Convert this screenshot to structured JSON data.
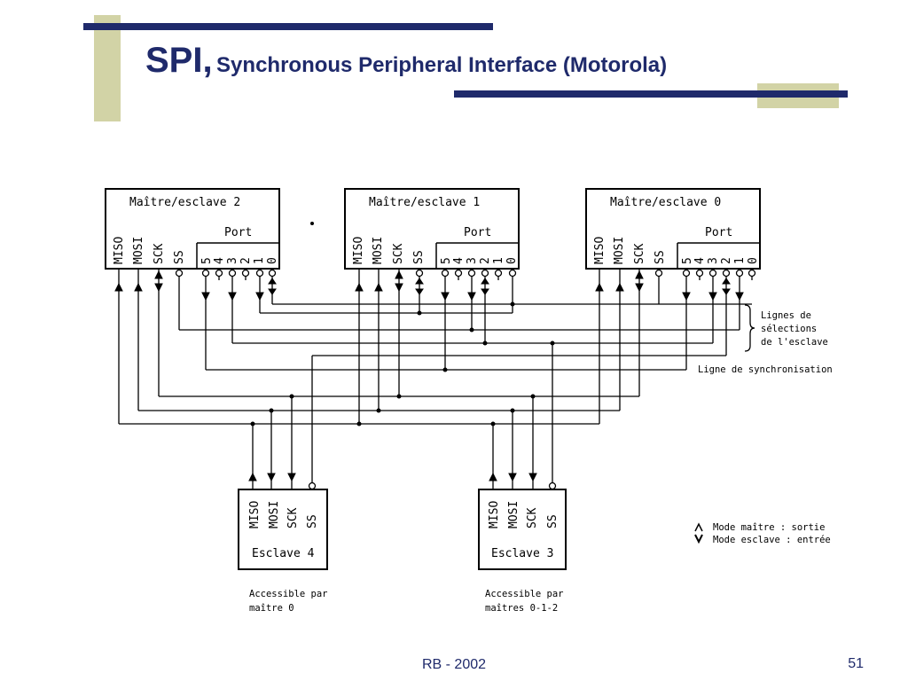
{
  "slide": {
    "title_main": "SPI,",
    "title_sub": "Synchronous Peripheral Interface (Motorola)",
    "footer": "RB - 2002",
    "page_number": "51"
  },
  "colors": {
    "title": "#1f2a6b",
    "accent_bar": "#1f2a6b",
    "accent_block": "#d2d3a6"
  },
  "diagram": {
    "masters": [
      {
        "title": "Maître/esclave 2",
        "port_label": "Port"
      },
      {
        "title": "Maître/esclave 1",
        "port_label": "Port"
      },
      {
        "title": "Maître/esclave 0",
        "port_label": "Port"
      }
    ],
    "master_pins": [
      "MISO",
      "MOSI",
      "SCK",
      "SS"
    ],
    "port_pins": [
      "5",
      "4",
      "3",
      "2",
      "1",
      "0"
    ],
    "slaves": [
      {
        "title": "Esclave 4",
        "note_line1": "Accessible par",
        "note_line2": "maître  0"
      },
      {
        "title": "Esclave 3",
        "note_line1": "Accessible par",
        "note_line2": "maîtres 0-1-2"
      }
    ],
    "slave_pins": [
      "MISO",
      "MOSI",
      "SCK",
      "SS"
    ],
    "annotations": {
      "select_lines_1": "Lignes de",
      "select_lines_2": "sélections",
      "select_lines_3": "de l'esclave",
      "sync_line": "Ligne de synchronisation",
      "legend_master": "Mode maître  : sortie",
      "legend_slave": "Mode esclave : entrée"
    }
  }
}
